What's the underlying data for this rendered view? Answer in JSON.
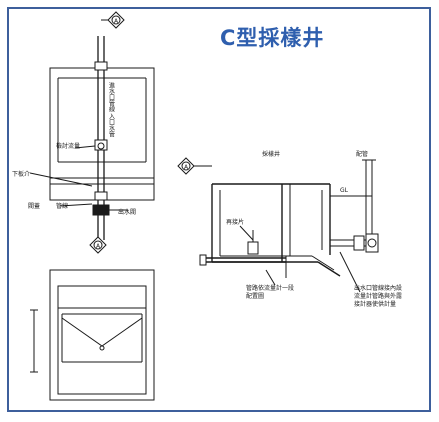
{
  "title": "C型採樣井",
  "plan_view": {
    "side_labels": [
      "進水口管線",
      "入口水管"
    ],
    "left_labels": [
      "檢討流量",
      "下板介",
      "閥蓋",
      "管線"
    ],
    "right_label": "出水閥",
    "marker_top": "A",
    "marker_bottom": "A"
  },
  "section_view": {
    "marker": "A",
    "tank_label": "採樣井",
    "pipe_label": "再接片",
    "right_top_label": "配管",
    "gl_label": "GL",
    "left_note": [
      "管路依流量計一段",
      "配置圖"
    ],
    "right_note": [
      "出水口管線接內設",
      "流量計管路與外露",
      "接計器使供計量"
    ]
  }
}
